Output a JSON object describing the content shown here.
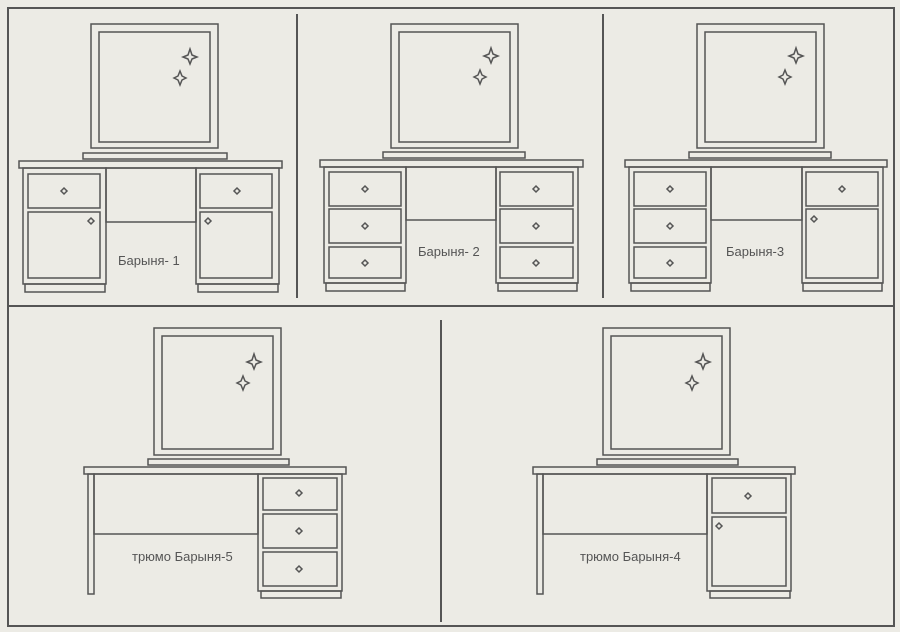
{
  "colors": {
    "background": "#ecebe5",
    "line": "#555555"
  },
  "panels": [
    {
      "label": "Барыня- 1",
      "mirror_icon": "sparkle-icon"
    },
    {
      "label": "Барыня- 2",
      "mirror_icon": "sparkle-icon"
    },
    {
      "label": "Барыня-3",
      "mirror_icon": "sparkle-icon"
    },
    {
      "label": "трюмо Барыня-5",
      "mirror_icon": "sparkle-icon"
    },
    {
      "label": "трюмо Барыня-4",
      "mirror_icon": "sparkle-icon"
    }
  ]
}
